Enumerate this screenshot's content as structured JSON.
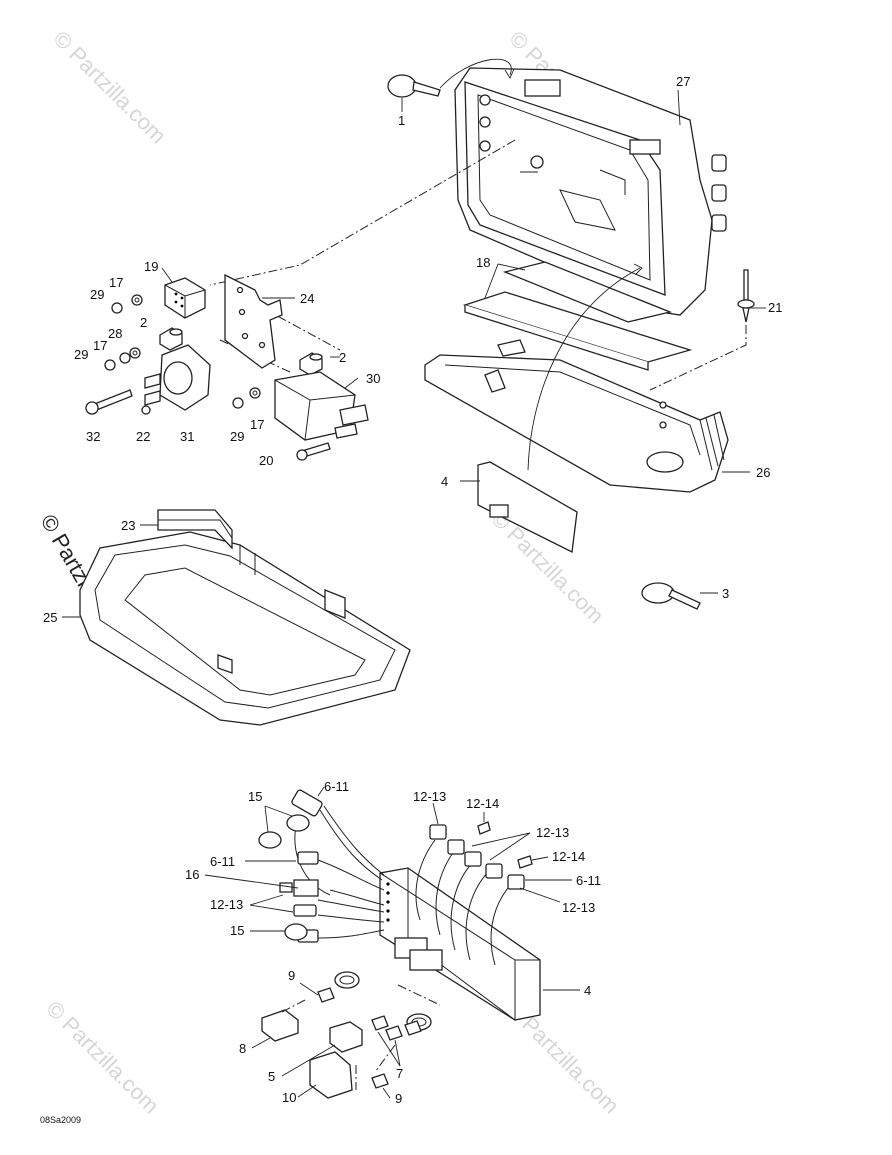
{
  "diagram": {
    "code": "08Sa2009",
    "watermark": "© Partzilla.com",
    "callouts": [
      {
        "id": "c1",
        "text": "1"
      },
      {
        "id": "c27",
        "text": "27"
      },
      {
        "id": "c19",
        "text": "19"
      },
      {
        "id": "c17a",
        "text": "17"
      },
      {
        "id": "c29a",
        "text": "29"
      },
      {
        "id": "c24",
        "text": "24"
      },
      {
        "id": "c2a",
        "text": "2"
      },
      {
        "id": "c28",
        "text": "28"
      },
      {
        "id": "c17b",
        "text": "17"
      },
      {
        "id": "c29b",
        "text": "29"
      },
      {
        "id": "c2b",
        "text": "2"
      },
      {
        "id": "c30",
        "text": "30"
      },
      {
        "id": "c32",
        "text": "32"
      },
      {
        "id": "c22",
        "text": "22"
      },
      {
        "id": "c31",
        "text": "31"
      },
      {
        "id": "c29c",
        "text": "29"
      },
      {
        "id": "c17c",
        "text": "17"
      },
      {
        "id": "c20",
        "text": "20"
      },
      {
        "id": "c18",
        "text": "18"
      },
      {
        "id": "c21",
        "text": "21"
      },
      {
        "id": "c26",
        "text": "26"
      },
      {
        "id": "c4a",
        "text": "4"
      },
      {
        "id": "c23",
        "text": "23"
      },
      {
        "id": "c25",
        "text": "25"
      },
      {
        "id": "c3",
        "text": "3"
      },
      {
        "id": "c15a",
        "text": "15"
      },
      {
        "id": "c611a",
        "text": "6-11"
      },
      {
        "id": "c1213a",
        "text": "12-13"
      },
      {
        "id": "c1214a",
        "text": "12-14"
      },
      {
        "id": "c1213b",
        "text": "12-13"
      },
      {
        "id": "c611b",
        "text": "6-11"
      },
      {
        "id": "c16",
        "text": "16"
      },
      {
        "id": "c1214b",
        "text": "12-14"
      },
      {
        "id": "c611c",
        "text": "6-11"
      },
      {
        "id": "c1213c",
        "text": "12-13"
      },
      {
        "id": "c1213d",
        "text": "12-13"
      },
      {
        "id": "c15b",
        "text": "15"
      },
      {
        "id": "c4b",
        "text": "4"
      },
      {
        "id": "c9a",
        "text": "9"
      },
      {
        "id": "c8",
        "text": "8"
      },
      {
        "id": "c5",
        "text": "5"
      },
      {
        "id": "c7",
        "text": "7"
      },
      {
        "id": "c10",
        "text": "10"
      },
      {
        "id": "c9b",
        "text": "9"
      }
    ]
  }
}
